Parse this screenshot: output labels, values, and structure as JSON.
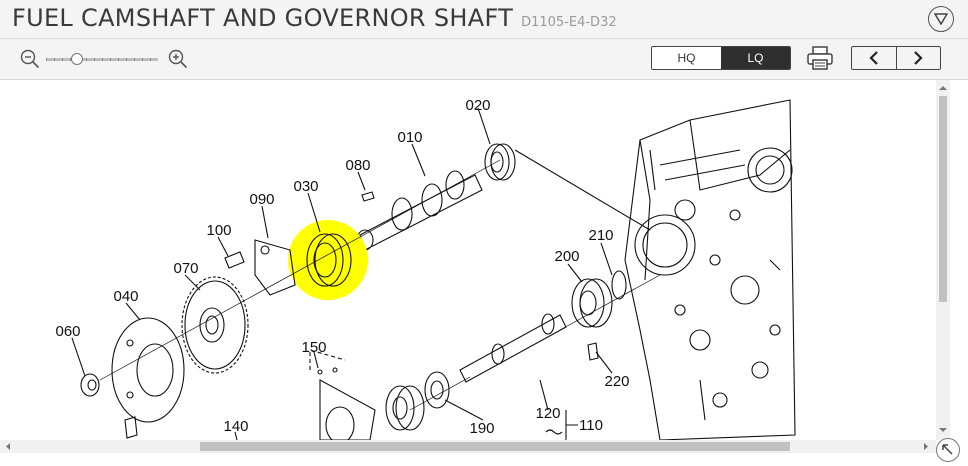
{
  "header": {
    "title": "FUEL CAMSHAFT AND GOVERNOR SHAFT",
    "model_code": "D1105-E4-D32"
  },
  "toolbar": {
    "quality_options": [
      "HQ",
      "LQ"
    ],
    "selected_quality": "LQ",
    "zoom_level_fraction": 0.28
  },
  "diagram": {
    "callouts": [
      "020",
      "010",
      "080",
      "030",
      "090",
      "100",
      "070",
      "040",
      "060",
      "210",
      "200",
      "220",
      "150",
      "140",
      "190",
      "120",
      "110"
    ],
    "highlighted_part": "030",
    "highlight_color": "#ffff00"
  }
}
